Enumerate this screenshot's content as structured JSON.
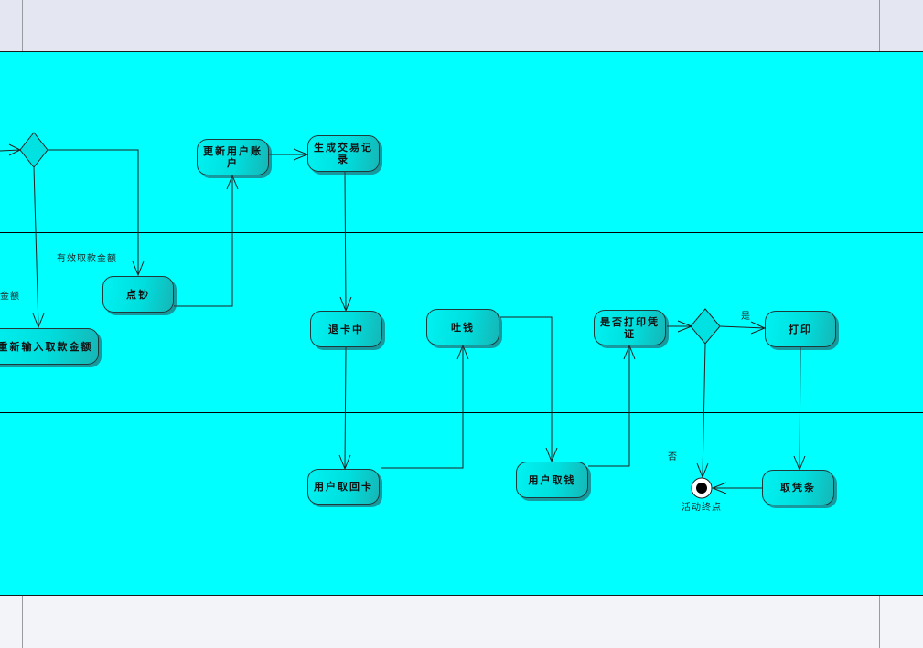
{
  "diagram": {
    "colors": {
      "canvas": "#00ffff",
      "node_fill": "#00e4e4",
      "line": "#000000"
    },
    "nodes": {
      "update_account": "更新用户账户",
      "generate_record": "生成交易记录",
      "count_money": "点钞",
      "redisplay_amount": "示重新输入取款金额",
      "ejecting_card": "退卡中",
      "dispense_cash": "吐钱",
      "print_receipt_q": "是否打印凭证",
      "print": "打印",
      "user_take_card": "用户取回卡",
      "user_take_cash": "用户取钱",
      "take_receipt": "取凭条"
    },
    "labels": {
      "valid_amount": "有效取款金额",
      "amount_cut": "金额",
      "yes": "是",
      "no": "否",
      "end_point": "活动终点"
    }
  }
}
